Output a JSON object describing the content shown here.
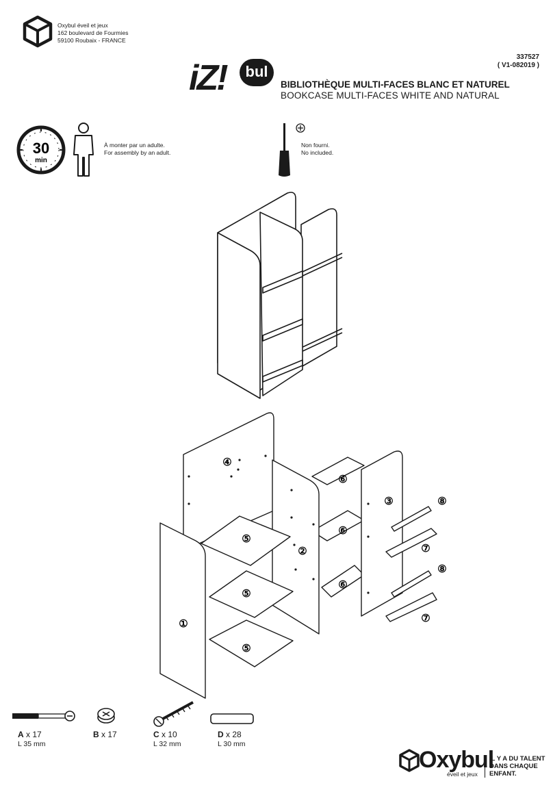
{
  "company": {
    "name": "Oxybul éveil et jeux",
    "address_line1": "162 boulevard de Fourmies",
    "address_line2": "59100 Roubaix - FRANCE"
  },
  "product": {
    "ref": "337527",
    "version": "( V1-082019 )",
    "title_fr": "BIBLIOTHÈQUE MULTI-FACES BLANC ET NATUREL",
    "title_en": "BOOKCASE MULTI-FACES WHITE AND NATURAL"
  },
  "brand": {
    "iz": "iZ!",
    "bul": "bul"
  },
  "assembly": {
    "time_value": "30",
    "time_unit": "min",
    "note_fr": "À monter par un adulte.",
    "note_en": "For assembly by an adult."
  },
  "tools": {
    "note_fr": "Non fourni.",
    "note_en": "No included."
  },
  "part_labels": [
    "①",
    "②",
    "③",
    "④",
    "⑤",
    "⑤",
    "⑤",
    "⑥",
    "⑥",
    "⑥",
    "⑦",
    "⑦",
    "⑧",
    "⑧"
  ],
  "hardware": [
    {
      "letter": "A",
      "qty": "x 17",
      "length": "L 35 mm"
    },
    {
      "letter": "B",
      "qty": "x 17",
      "length": ""
    },
    {
      "letter": "C",
      "qty": "x 10",
      "length": "L 32 mm"
    },
    {
      "letter": "D",
      "qty": "x 28",
      "length": "L 30 mm"
    }
  ],
  "footer": {
    "logo": "Oxybul",
    "logo_sub": "éveil et jeux",
    "slogan_line1": "IL Y A DU TALENT",
    "slogan_line2": "DANS CHAQUE",
    "slogan_line3": "ENFANT."
  },
  "colors": {
    "ink": "#1a1a1a",
    "panel": "#ffffff"
  }
}
